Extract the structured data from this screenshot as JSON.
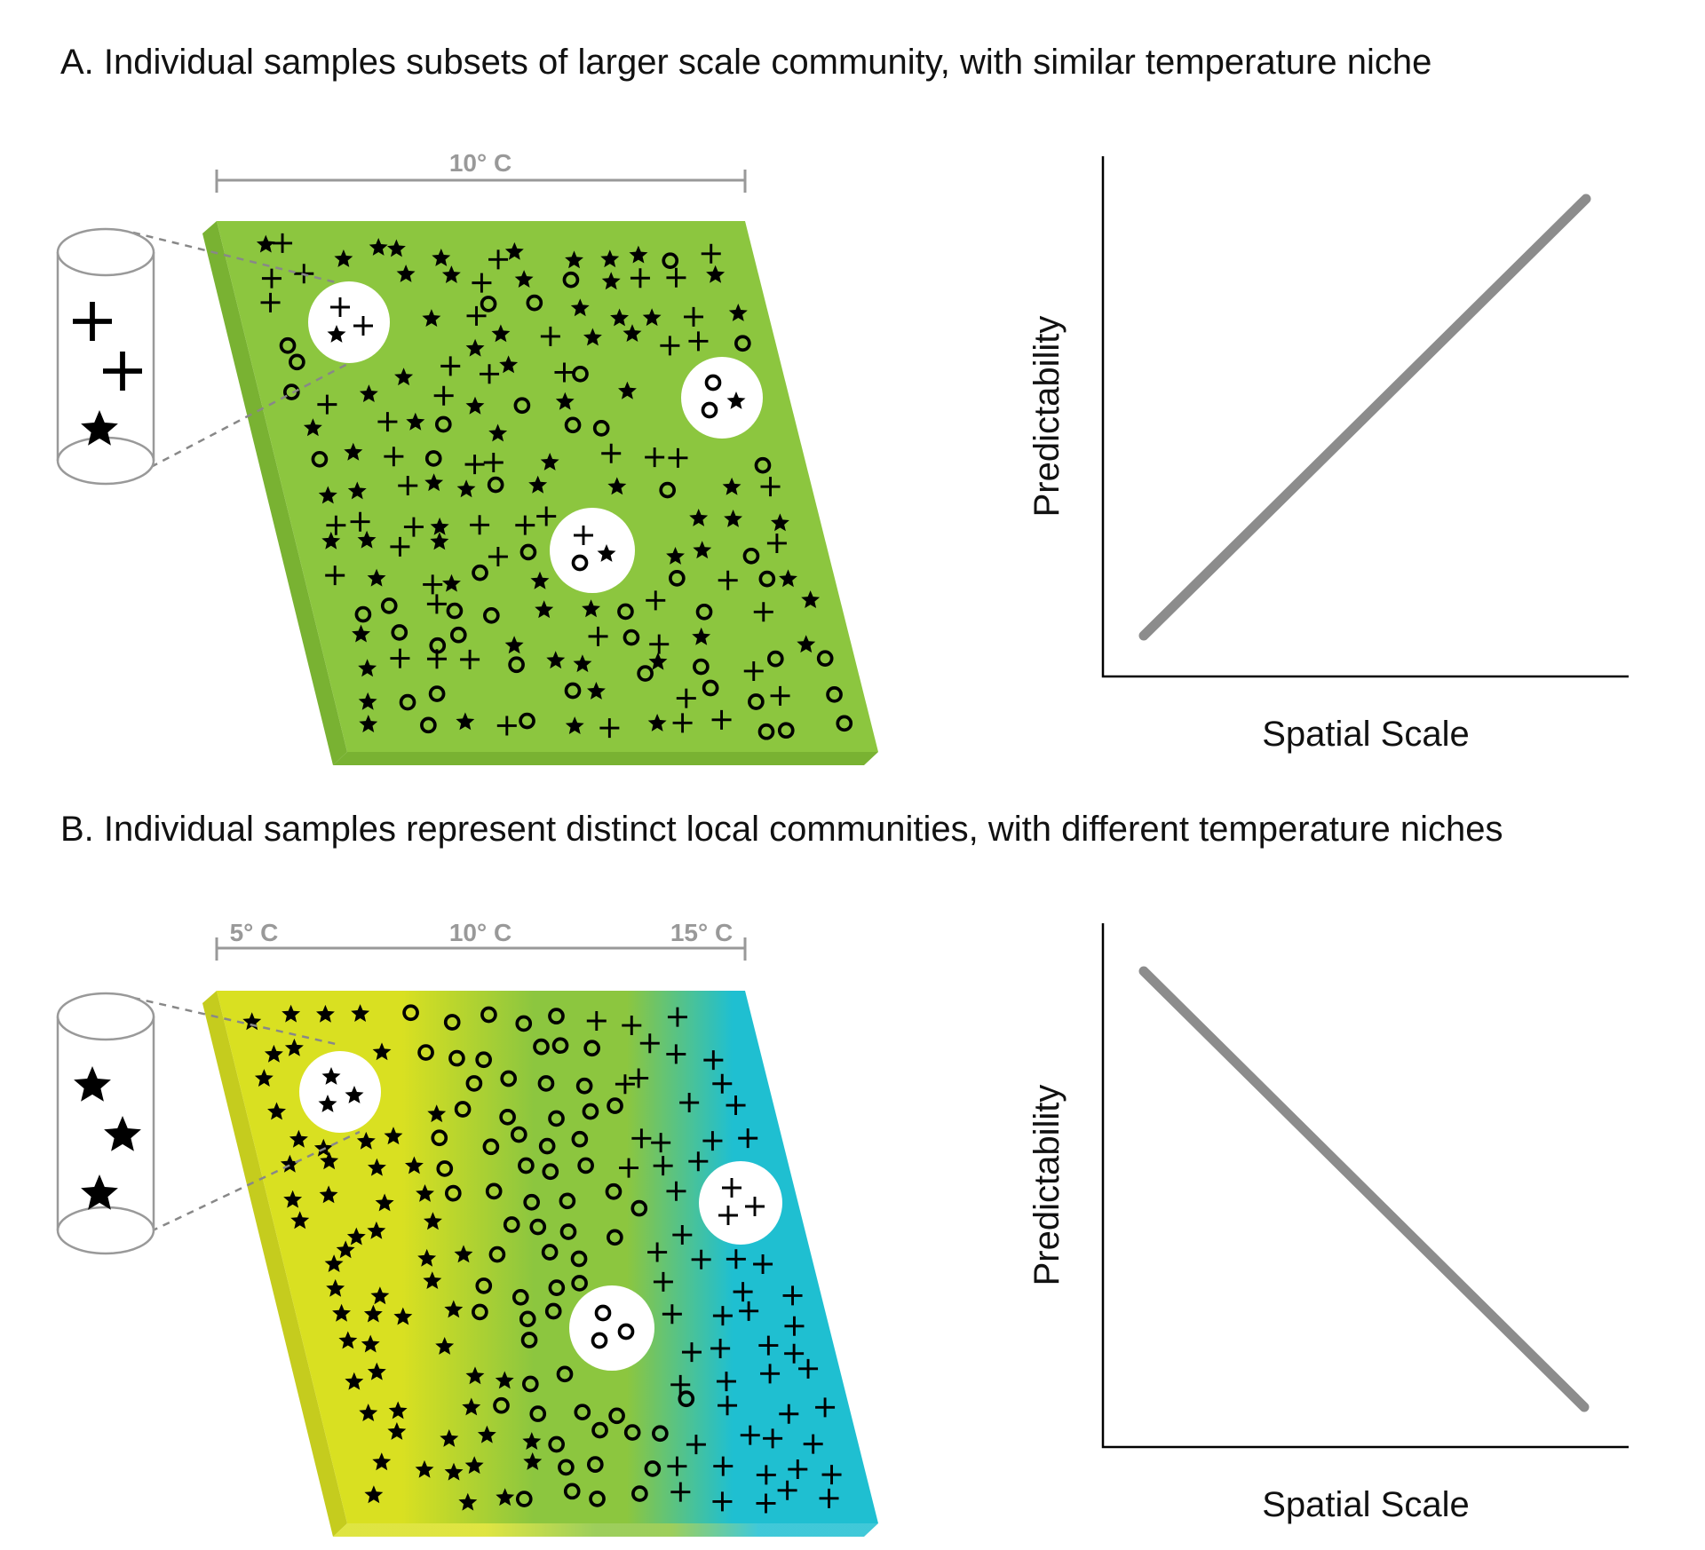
{
  "panel_a": {
    "title": "A. Individual samples subsets of larger scale community, with similar temperature niche",
    "scale_labels": [
      "10° C"
    ],
    "graph": {
      "ylabel": "Predictability",
      "xlabel": "Spatial Scale",
      "trend": "increasing"
    },
    "block_color": "#8cc63f",
    "sample_core_symbols": [
      "plus",
      "plus",
      "star"
    ],
    "sample_circles": [
      {
        "symbols": [
          "plus",
          "star",
          "plus"
        ]
      },
      {
        "symbols": [
          "circle",
          "circle",
          "star"
        ]
      },
      {
        "symbols": [
          "plus",
          "circle",
          "star"
        ]
      }
    ]
  },
  "panel_b": {
    "title": "B. Individual samples represent distinct local communities, with different temperature niches",
    "scale_labels": [
      "5° C",
      "10° C",
      "15° C"
    ],
    "graph": {
      "ylabel": "Predictability",
      "xlabel": "Spatial Scale",
      "trend": "decreasing"
    },
    "gradient_colors": [
      "#d9e021",
      "#8cc63f",
      "#1fbfd1"
    ],
    "sample_core_symbols": [
      "star",
      "star",
      "star"
    ],
    "sample_circles": [
      {
        "symbols": [
          "star",
          "star",
          "star"
        ]
      },
      {
        "symbols": [
          "plus",
          "plus",
          "plus"
        ]
      },
      {
        "symbols": [
          "circle",
          "circle",
          "circle"
        ]
      }
    ]
  },
  "colors": {
    "line": "#8c8c8c",
    "scale_bar": "#999999"
  }
}
